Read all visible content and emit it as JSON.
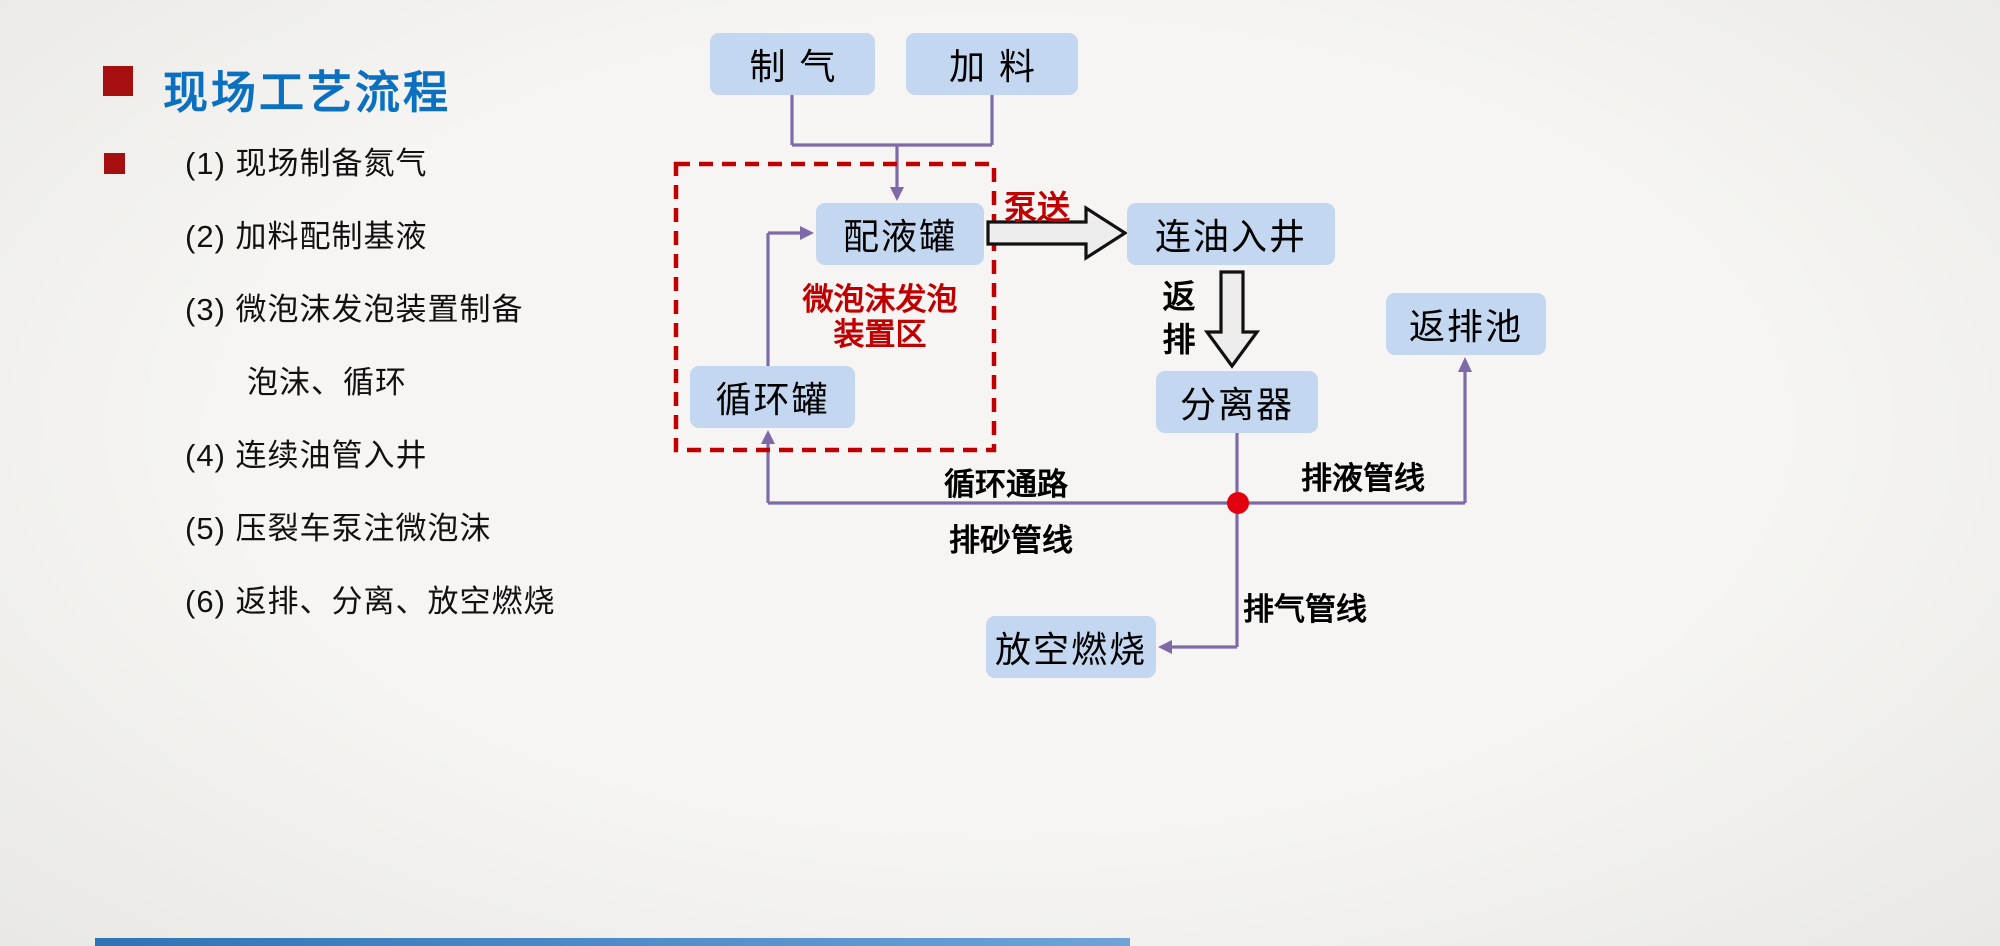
{
  "slide": {
    "title": "现场工艺流程",
    "items": [
      {
        "text": "(1) 现场制备氮气"
      },
      {
        "text": "(2) 加料配制基液"
      },
      {
        "text": "(3) 微泡沫发泡装置制备"
      },
      {
        "text": "泡沫、循环"
      },
      {
        "text": "(4) 连续油管入井"
      },
      {
        "text": "(5) 压裂车泵注微泡沫"
      },
      {
        "text": "(6) 返排、分离、放空燃烧"
      }
    ]
  },
  "diagram": {
    "nodes": {
      "gas_gen": "制气",
      "feeding": "加料",
      "mixing_tank": "配液罐",
      "coiled_tubing": "连油入井",
      "flowback_pit": "返排池",
      "circulation_tank": "循环罐",
      "separator": "分离器",
      "flare": "放空燃烧"
    },
    "labels": {
      "pump": "泵送",
      "flowback": "返排",
      "zone_line1": "微泡沫发泡",
      "zone_line2": "装置区",
      "circulation_path": "循环通路",
      "sand_line": "排砂管线",
      "liquid_line": "排液管线",
      "gas_line": "排气管线"
    }
  },
  "colors": {
    "title_blue": "#0B70C0",
    "bullet_red": "#A50F0F",
    "node_fill": "#C4D7F0",
    "connector_purple": "#7E6AA8",
    "accent_red": "#C00000"
  }
}
